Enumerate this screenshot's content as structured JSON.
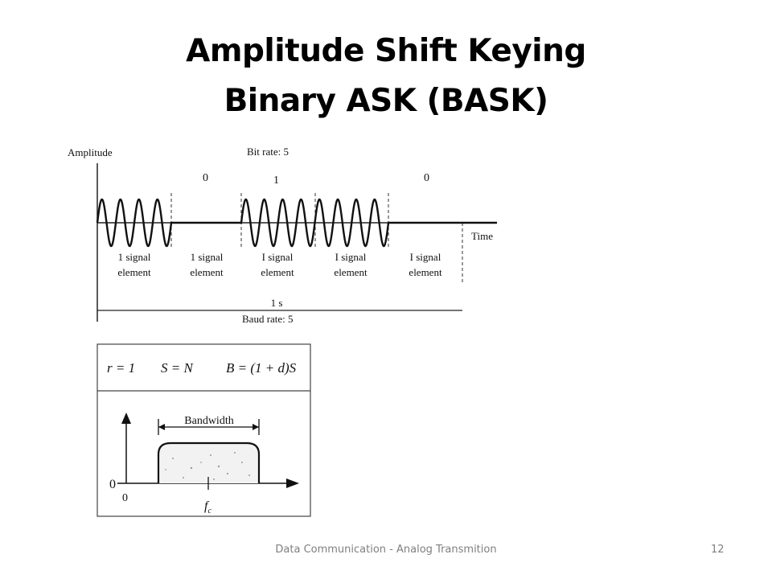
{
  "slide": {
    "title_line1": "Amplitude Shift Keying",
    "title_line2": "Binary ASK (BASK)",
    "footer": "Data Communication - Analog Transmition",
    "page_number": "12"
  },
  "top_diagram": {
    "y_axis_label": "Amplitude",
    "bit_rate_label": "Bit rate: 5",
    "bits": [
      "0",
      "1",
      "0"
    ],
    "time_label": "Time",
    "signal_elements": [
      {
        "line1": "1 signal",
        "line2": "element"
      },
      {
        "line1": "1 signal",
        "line2": "element"
      },
      {
        "line1": "I signal",
        "line2": "element"
      },
      {
        "line1": "I signal",
        "line2": "element"
      },
      {
        "line1": "I signal",
        "line2": "element"
      }
    ],
    "duration_label": "1 s",
    "baud_rate_label": "Baud rate: 5"
  },
  "bottom_diagram": {
    "formula_r": "r = 1",
    "formula_s": "S = N",
    "formula_b": "B = (1 + d)S",
    "bandwidth_label": "Bandwidth",
    "zero_left": "0",
    "zero_bottom": "0",
    "fc_label": "f",
    "fc_sub": "c"
  }
}
